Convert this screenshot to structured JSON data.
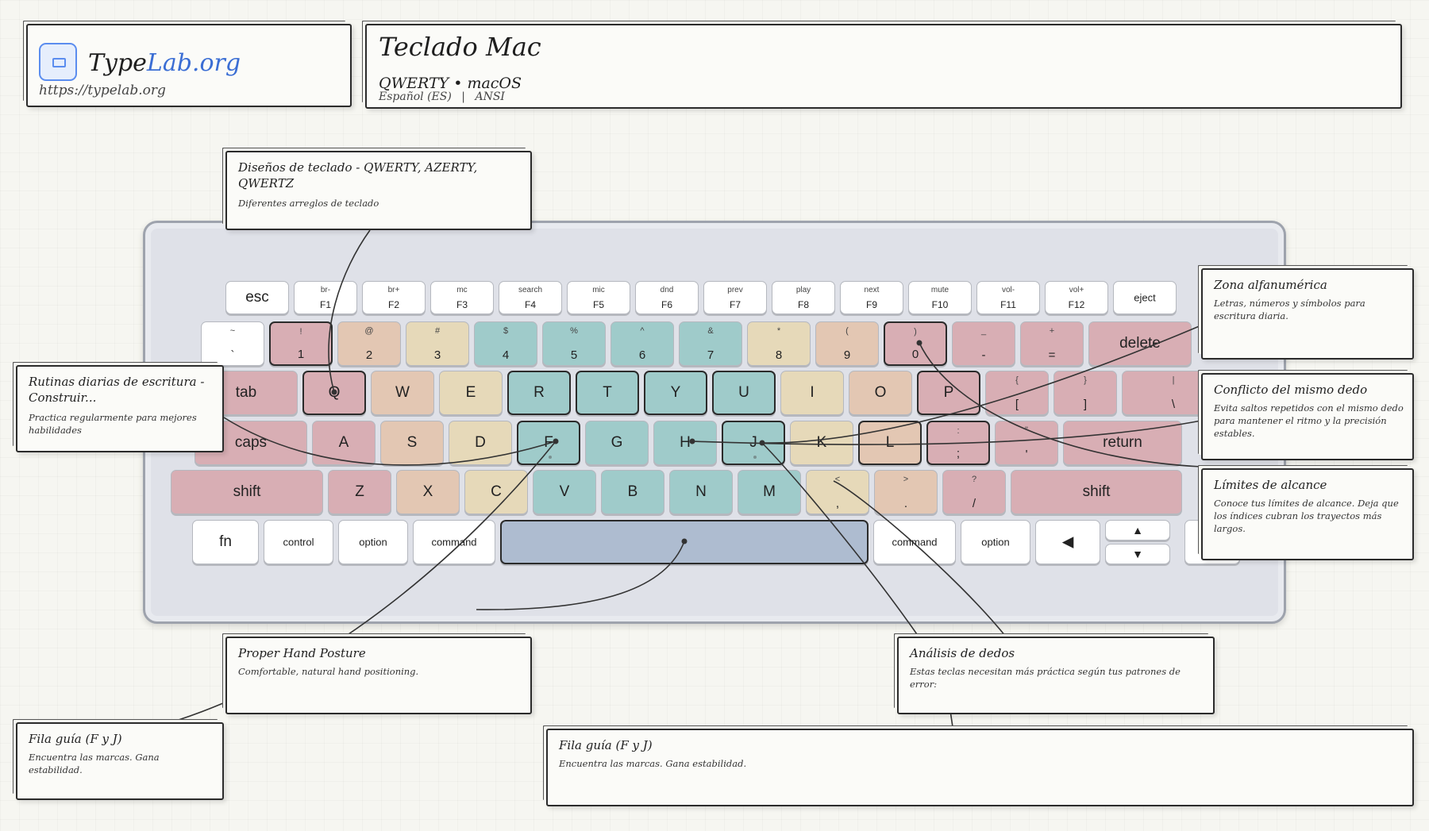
{
  "logo": {
    "name_part1": "Type",
    "name_part2": "Lab.org",
    "url": "https://typelab.org"
  },
  "header": {
    "title": "Teclado Mac",
    "layout": "QWERTY • macOS",
    "locale": "Español (ES)",
    "separator": "|",
    "standard": "ANSI"
  },
  "colors": {
    "pinky": "#d8aeb4",
    "ring": "#e3c7b3",
    "middle": "#e6d9b9",
    "index": "#9fcbca",
    "thumb": "#aebcd0",
    "neutral": "#ffffff"
  },
  "keyboard": {
    "rows": [
      [
        {
          "main": "esc",
          "f": "neutral"
        },
        {
          "top": "br-",
          "bot": "F1",
          "f": "neutral"
        },
        {
          "top": "br+",
          "bot": "F2",
          "f": "neutral"
        },
        {
          "top": "mc",
          "bot": "F3",
          "f": "neutral"
        },
        {
          "top": "search",
          "bot": "F4",
          "f": "neutral"
        },
        {
          "top": "mic",
          "bot": "F5",
          "f": "neutral"
        },
        {
          "top": "dnd",
          "bot": "F6",
          "f": "neutral"
        },
        {
          "top": "prev",
          "bot": "F7",
          "f": "neutral"
        },
        {
          "top": "play",
          "bot": "F8",
          "f": "neutral"
        },
        {
          "top": "next",
          "bot": "F9",
          "f": "neutral"
        },
        {
          "top": "mute",
          "bot": "F10",
          "f": "neutral"
        },
        {
          "top": "vol-",
          "bot": "F11",
          "f": "neutral"
        },
        {
          "top": "vol+",
          "bot": "F12",
          "f": "neutral"
        },
        {
          "main": "eject",
          "f": "neutral",
          "size": "s"
        }
      ],
      [
        {
          "top": "~",
          "bot": "`",
          "f": "neutral"
        },
        {
          "top": "!",
          "bot": "1",
          "f": "pinky"
        },
        {
          "top": "@",
          "bot": "2",
          "f": "ring"
        },
        {
          "top": "#",
          "bot": "3",
          "f": "middle"
        },
        {
          "top": "$",
          "bot": "4",
          "f": "index"
        },
        {
          "top": "%",
          "bot": "5",
          "f": "index"
        },
        {
          "top": "^",
          "bot": "6",
          "f": "index"
        },
        {
          "top": "&",
          "bot": "7",
          "f": "index"
        },
        {
          "top": "*",
          "bot": "8",
          "f": "middle"
        },
        {
          "top": "(",
          "bot": "9",
          "f": "ring"
        },
        {
          "top": ")",
          "bot": "0",
          "f": "pinky"
        },
        {
          "top": "_",
          "bot": "-",
          "f": "pinky"
        },
        {
          "top": "+",
          "bot": "=",
          "f": "pinky"
        },
        {
          "main": "delete",
          "f": "pinky"
        }
      ],
      [
        {
          "main": "tab",
          "f": "pinky"
        },
        {
          "main": "Q",
          "f": "pinky"
        },
        {
          "main": "W",
          "f": "ring"
        },
        {
          "main": "E",
          "f": "middle"
        },
        {
          "main": "R",
          "f": "index"
        },
        {
          "main": "T",
          "f": "index"
        },
        {
          "main": "Y",
          "f": "index"
        },
        {
          "main": "U",
          "f": "index"
        },
        {
          "main": "I",
          "f": "middle"
        },
        {
          "main": "O",
          "f": "ring"
        },
        {
          "main": "P",
          "f": "pinky"
        },
        {
          "top": "{",
          "bot": "[",
          "f": "pinky"
        },
        {
          "top": "}",
          "bot": "]",
          "f": "pinky"
        },
        {
          "top": "|",
          "bot": "\\",
          "f": "pinky"
        }
      ],
      [
        {
          "main": "caps",
          "f": "pinky"
        },
        {
          "main": "A",
          "f": "pinky"
        },
        {
          "main": "S",
          "f": "ring"
        },
        {
          "main": "D",
          "f": "middle"
        },
        {
          "main": "F",
          "f": "index",
          "dot": true
        },
        {
          "main": "G",
          "f": "index"
        },
        {
          "main": "H",
          "f": "index"
        },
        {
          "main": "J",
          "f": "index",
          "dot": true
        },
        {
          "main": "K",
          "f": "middle"
        },
        {
          "main": "L",
          "f": "ring"
        },
        {
          "top": ":",
          "bot": ";",
          "f": "pinky"
        },
        {
          "top": "\"",
          "bot": "'",
          "f": "pinky"
        },
        {
          "main": "return",
          "f": "pinky"
        }
      ],
      [
        {
          "main": "shift",
          "f": "pinky"
        },
        {
          "main": "Z",
          "f": "pinky"
        },
        {
          "main": "X",
          "f": "ring"
        },
        {
          "main": "C",
          "f": "middle"
        },
        {
          "main": "V",
          "f": "index"
        },
        {
          "main": "B",
          "f": "index"
        },
        {
          "main": "N",
          "f": "index"
        },
        {
          "main": "M",
          "f": "index"
        },
        {
          "top": "<",
          "bot": ",",
          "f": "middle"
        },
        {
          "top": ">",
          "bot": ".",
          "f": "ring"
        },
        {
          "top": "?",
          "bot": "/",
          "f": "pinky"
        },
        {
          "main": "shift",
          "f": "pinky"
        }
      ],
      [
        {
          "main": "fn",
          "f": "neutral"
        },
        {
          "main": "control",
          "f": "neutral",
          "size": "s"
        },
        {
          "main": "option",
          "f": "neutral",
          "size": "s"
        },
        {
          "main": "command",
          "f": "neutral",
          "size": "s"
        },
        {
          "main": "",
          "f": "thumb",
          "name": "space"
        },
        {
          "main": "command",
          "f": "neutral",
          "size": "s"
        },
        {
          "main": "option",
          "f": "neutral",
          "size": "s"
        },
        {
          "main": "◀",
          "f": "neutral",
          "name": "left"
        },
        {
          "main": "▲",
          "f": "neutral",
          "name": "up"
        },
        {
          "main": "▼",
          "f": "neutral",
          "name": "down"
        },
        {
          "main": "▶",
          "f": "neutral",
          "name": "right"
        }
      ]
    ]
  },
  "callouts": [
    {
      "title": "Diseños de teclado - QWERTY, AZERTY, QWERTZ",
      "desc": "Diferentes arreglos de teclado"
    },
    {
      "title": "Rutinas diarias de escritura - Construir...",
      "desc": "Practica regularmente para mejores habilidades"
    },
    {
      "title": "Zona alfanumérica",
      "desc": "Letras, números y símbolos para escritura diaria."
    },
    {
      "title": "Conflicto del mismo dedo",
      "desc": "Evita saltos repetidos con el mismo dedo para mantener el ritmo y la precisión estables."
    },
    {
      "title": "Límites de alcance",
      "desc": "Conoce tus límites de alcance. Deja que los índices cubran los trayectos más largos."
    },
    {
      "title": "Proper Hand Posture",
      "desc": "Comfortable, natural hand positioning."
    },
    {
      "title": "Análisis de dedos",
      "desc": "Estas teclas necesitan más práctica según tus patrones de error:"
    },
    {
      "title": "Fila guía (F y J)",
      "desc": "Encuentra las marcas. Gana estabilidad."
    },
    {
      "title": "Fila guía (F y J)",
      "desc": "Encuentra las marcas. Gana estabilidad."
    }
  ]
}
